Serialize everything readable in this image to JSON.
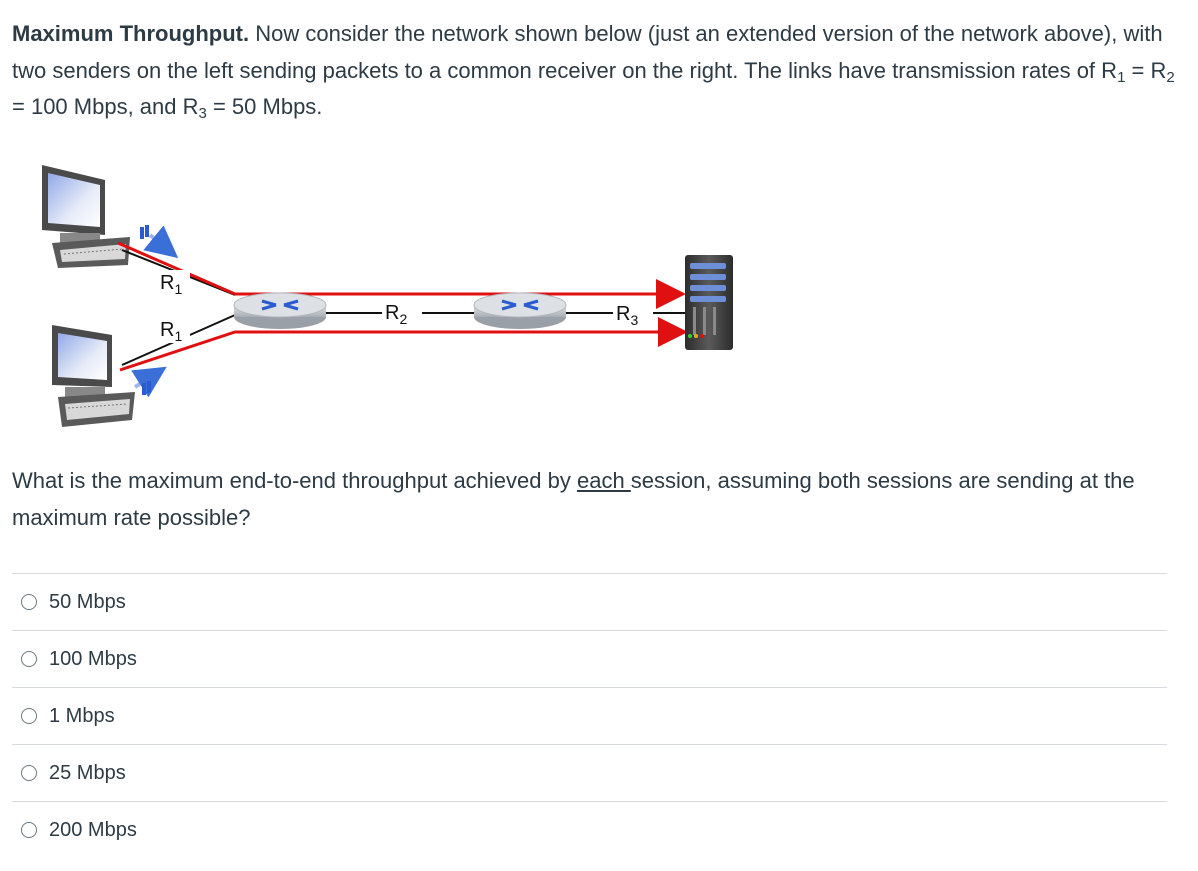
{
  "question": {
    "title": "Maximum Throughput.",
    "intro_text": "Now consider the network shown below (just an extended version of the network above), with two senders on the left sending packets to a common receiver on the right.  The links have transmission rates of",
    "r1_label": "R",
    "r1_sub": "1",
    "eq1": " = ",
    "r2_label": "R",
    "r2_sub": "2",
    "rate_12": " = 100 Mbps, and ",
    "r3_label": "R",
    "r3_sub": "3",
    "rate_3": " = 50 Mbps.",
    "prompt_before": "What is the maximum end-to-end throughput achieved by ",
    "prompt_emphasis": "each ",
    "prompt_after": "session, assuming both sessions are sending at the maximum rate possible?"
  },
  "diagram": {
    "link_r1_top": "R1",
    "link_r1_bottom": "R1",
    "link_r2": "R2",
    "link_r3": "R3",
    "link_color": "#e01010",
    "line_color": "#111111"
  },
  "answers": [
    {
      "label": "50 Mbps"
    },
    {
      "label": "100 Mbps"
    },
    {
      "label": "1 Mbps"
    },
    {
      "label": "25 Mbps"
    },
    {
      "label": "200 Mbps"
    }
  ]
}
